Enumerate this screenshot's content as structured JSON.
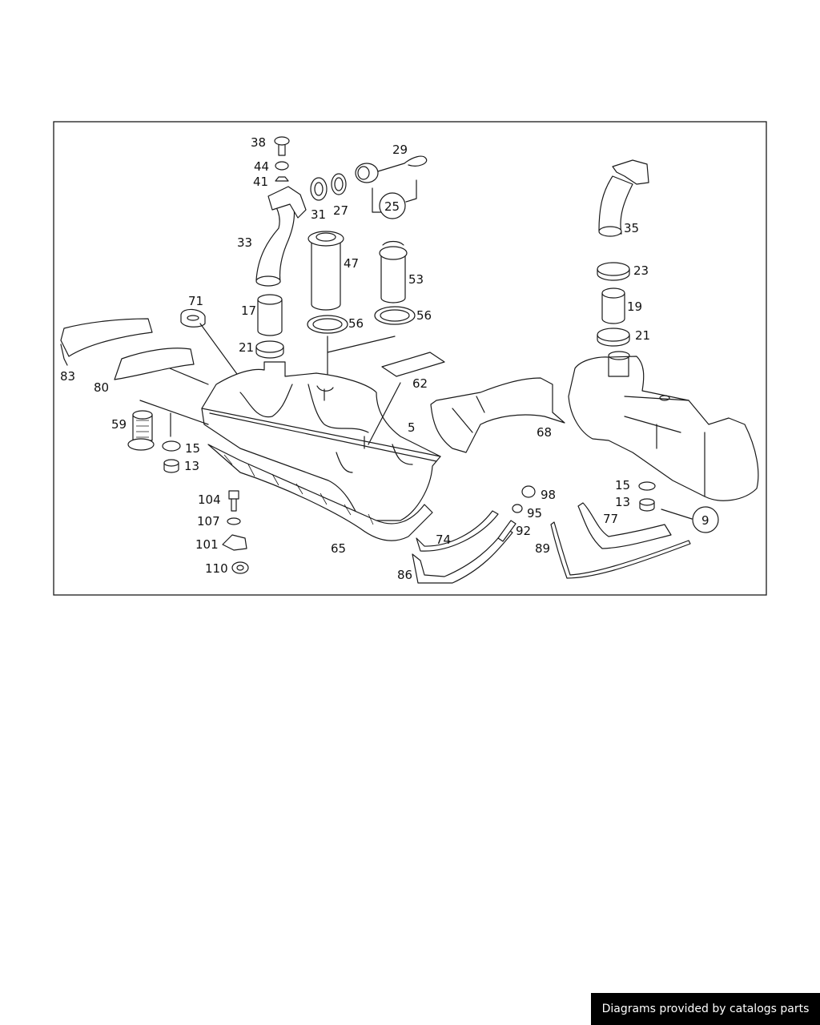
{
  "footer": {
    "text": "Diagrams provided by catalogs parts"
  },
  "diagram": {
    "part_labels": [
      "38",
      "44",
      "41",
      "31",
      "27",
      "29",
      "25",
      "33",
      "47",
      "53",
      "35",
      "23",
      "19",
      "21",
      "17",
      "21",
      "56",
      "56",
      "71",
      "83",
      "80",
      "62",
      "5",
      "68",
      "59",
      "15",
      "13",
      "15",
      "13",
      "9",
      "104",
      "98",
      "95",
      "107",
      "92",
      "101",
      "74",
      "77",
      "89",
      "65",
      "110",
      "86"
    ]
  }
}
